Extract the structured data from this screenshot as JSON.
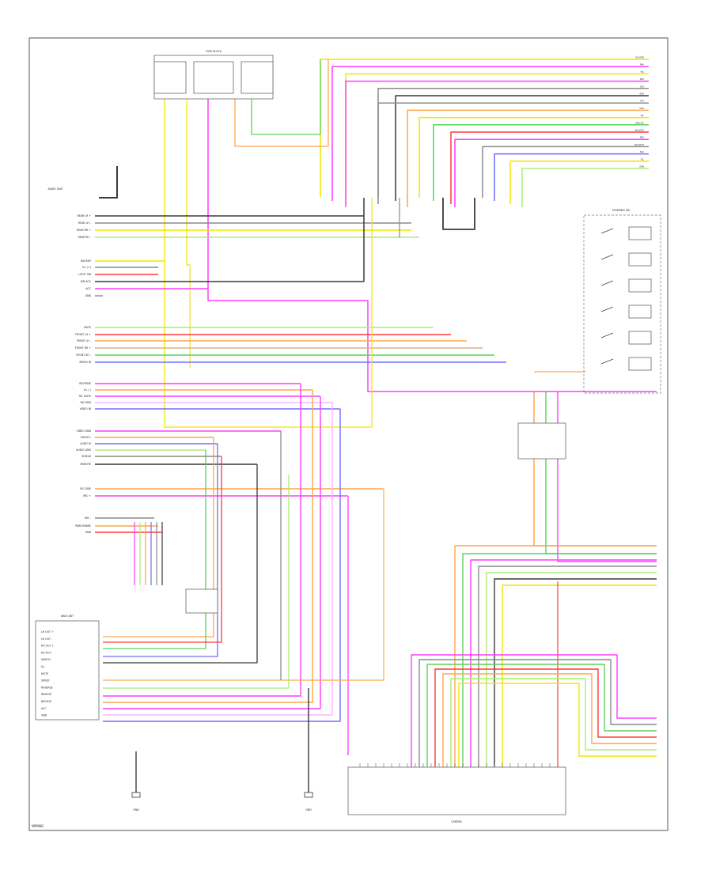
{
  "page_label": "WIRING",
  "bottom_center_label": "",
  "colors": {
    "yellow": "#f2e600",
    "pink": "#ff3dff",
    "orange": "#ffa64d",
    "green": "#5ad45a",
    "gray": "#8a8a8a",
    "dark": "#3a3a3a",
    "red": "#ff3a3a",
    "blue": "#6f6fff",
    "lightgreen": "#a8ee70",
    "tan": "#d2b48c",
    "lightpink": "#ffb3ff"
  },
  "right_edge_wires": [
    {
      "label": "YEL/GRN",
      "color": "yellow"
    },
    {
      "label": "PNK",
      "color": "pink"
    },
    {
      "label": "YEL",
      "color": "yellow"
    },
    {
      "label": "PNK",
      "color": "pink"
    },
    {
      "label": "GRY",
      "color": "gray"
    },
    {
      "label": "BRN",
      "color": "dark"
    },
    {
      "label": "GRY",
      "color": "gray"
    },
    {
      "label": "ORN",
      "color": "orange"
    },
    {
      "label": "YEL",
      "color": "yellow"
    },
    {
      "label": "GRN/YEL",
      "color": "green"
    },
    {
      "label": "BLK/RED",
      "color": "red"
    },
    {
      "label": "PNK",
      "color": "pink"
    },
    {
      "label": "BLK/WHT",
      "color": "gray"
    },
    {
      "label": "BLU",
      "color": "blue"
    },
    {
      "label": "YEL",
      "color": "yellow"
    },
    {
      "label": "GRN",
      "color": "lightgreen"
    }
  ],
  "left_connector_labels": [
    "REAR LH +",
    "REAR LH -",
    "REAR RH +",
    "REAR RH -",
    "BACKUP",
    "ILL (+)",
    "LIGHT SW",
    "IGN ACC",
    "ACC",
    "GND",
    "MUTE",
    "FRONT LH +",
    "FRONT LH -",
    "FRONT RH +",
    "FRONT RH -",
    "SPEED IN",
    "REVERSE",
    "ILL (-)",
    "TEL MUTE",
    "SW GND",
    "VIDEO IN",
    "VIDEO GND",
    "AUDIO L",
    "AUDIO R",
    "AUDIO GND",
    "SHIELD",
    "REMOTE",
    "SIG GND",
    "MIC +",
    "MIC -",
    "PARK BRAKE",
    "GND"
  ],
  "lower_left_labels": [
    "LH OUT +",
    "LH OUT -",
    "RH OUT +",
    "RH OUT -",
    "SHIELD",
    "ILL",
    "MUTE",
    "SPEED",
    "REVERSE",
    "REMOTE",
    "BACKUP",
    "ACC",
    "GND"
  ],
  "boxes": {
    "fuse_block": "FUSE BLOCK",
    "radio": "AUDIO UNIT",
    "right_switch": "STEERING SW",
    "lower_left": "NAVI UNIT",
    "center_connector": "CAMERA",
    "bottom_left_ground": "GND",
    "bottom_mid_ground": "GND"
  }
}
